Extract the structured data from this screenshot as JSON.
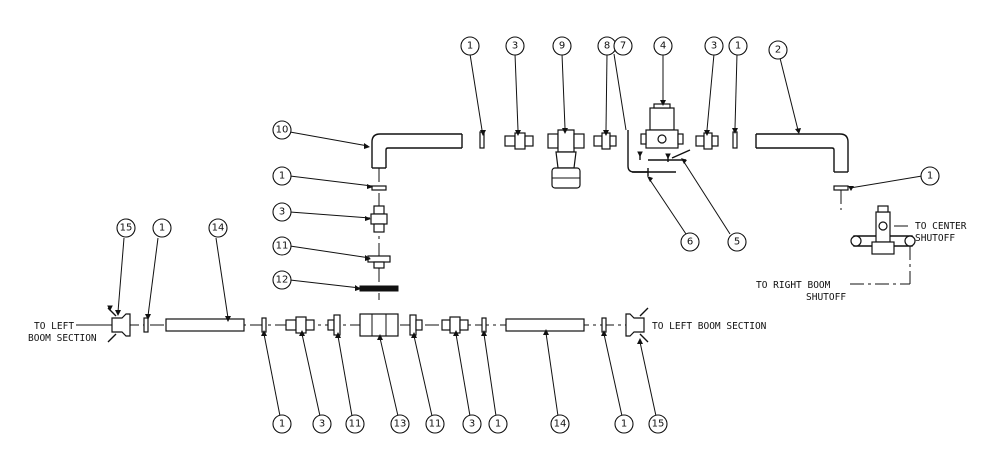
{
  "balloons": {
    "top": [
      "1",
      "3",
      "9",
      "8",
      "7",
      "4",
      "3",
      "1",
      "2"
    ],
    "left": [
      "10",
      "1",
      "3",
      "11",
      "12"
    ],
    "mid": [
      "6",
      "5"
    ],
    "right": [
      "1"
    ],
    "lower_top": [
      "15",
      "1",
      "14"
    ],
    "bottom": [
      "1",
      "3",
      "11",
      "13",
      "11",
      "3",
      "1",
      "14",
      "1",
      "15"
    ]
  },
  "notes": {
    "left_boom_line1": "TO LEFT",
    "left_boom_line2": "BOOM SECTION",
    "right_side_left_boom": "TO LEFT BOOM SECTION",
    "center_shutoff_line1": "TO CENTER",
    "center_shutoff_line2": "SHUTOFF",
    "right_boom_line1": "TO RIGHT BOOM",
    "right_boom_line2": "SHUTOFF"
  }
}
